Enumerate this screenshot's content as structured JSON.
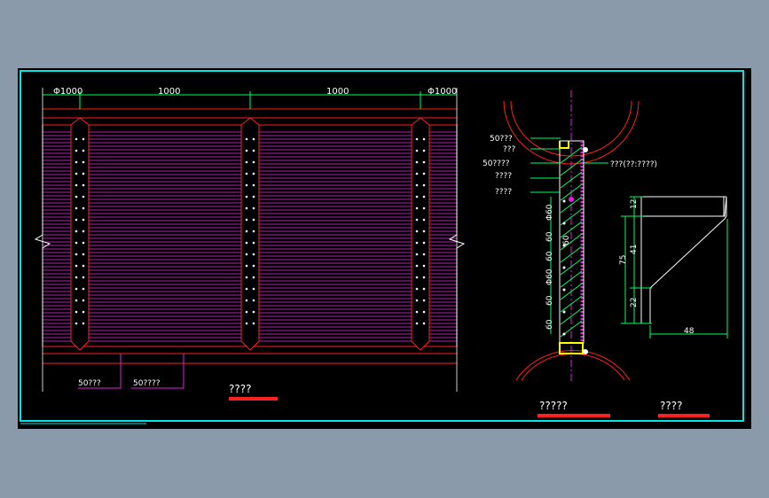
{
  "colors": {
    "background": "#8a9aaa",
    "sheet": "#000000",
    "frame": "#00e5e5",
    "red": "#ff2020",
    "magenta": "#e020e0",
    "green": "#00ff60",
    "white": "#ffffff",
    "yellow": "#ffff00",
    "underline": "#ff2020"
  },
  "plan_view": {
    "dimensions": {
      "dia_left": "Φ1000",
      "span_1": "1000",
      "span_2": "1000",
      "dia_right": "Φ1000"
    },
    "labels": {
      "label_1": "50???",
      "label_2": "50????"
    },
    "title": "????"
  },
  "section_view": {
    "labels": [
      "50???",
      "???",
      "50????",
      "????",
      "????"
    ],
    "right_label": "???(??:????)",
    "vertical_dims": [
      "Φ60",
      "60",
      "60",
      "Φ60",
      "60",
      "60",
      "60"
    ],
    "title": "?????"
  },
  "detail_view": {
    "dims": {
      "top": "12",
      "middle": "41",
      "bottom": "22",
      "total": "75",
      "width": "48"
    },
    "title": "????"
  }
}
